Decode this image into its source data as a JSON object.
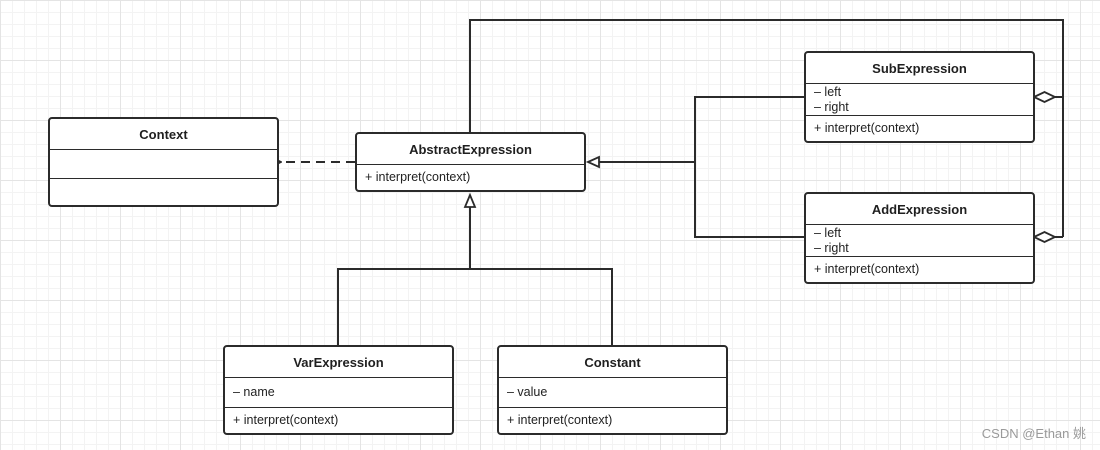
{
  "classes": {
    "context": {
      "name": "Context",
      "attributes": [],
      "methods": []
    },
    "abstract_expression": {
      "name": "AbstractExpression",
      "methods": [
        "+ interpret(context)"
      ]
    },
    "sub_expression": {
      "name": "SubExpression",
      "attributes": [
        "– left",
        "– right"
      ],
      "methods": [
        "+ interpret(context)"
      ]
    },
    "add_expression": {
      "name": "AddExpression",
      "attributes": [
        "– left",
        "– right"
      ],
      "methods": [
        "+ interpret(context)"
      ]
    },
    "var_expression": {
      "name": "VarExpression",
      "attributes": [
        "– name"
      ],
      "methods": [
        "+ interpret(context)"
      ]
    },
    "constant": {
      "name": "Constant",
      "attributes": [
        "– value"
      ],
      "methods": [
        "+ interpret(context)"
      ]
    }
  },
  "relationships": [
    {
      "type": "dependency",
      "from": "AbstractExpression",
      "to": "Context"
    },
    {
      "type": "generalization",
      "from": "SubExpression",
      "to": "AbstractExpression"
    },
    {
      "type": "generalization",
      "from": "AddExpression",
      "to": "AbstractExpression"
    },
    {
      "type": "generalization",
      "from": "VarExpression",
      "to": "AbstractExpression"
    },
    {
      "type": "generalization",
      "from": "Constant",
      "to": "AbstractExpression"
    },
    {
      "type": "aggregation",
      "from": "AbstractExpression",
      "to": "SubExpression"
    },
    {
      "type": "aggregation",
      "from": "AbstractExpression",
      "to": "AddExpression"
    }
  ],
  "colors": {
    "line": "#2b2b2b",
    "grid": "#e4e4e4",
    "watermark": "#9a9a9a"
  },
  "watermark": "CSDN @Ethan 姚"
}
